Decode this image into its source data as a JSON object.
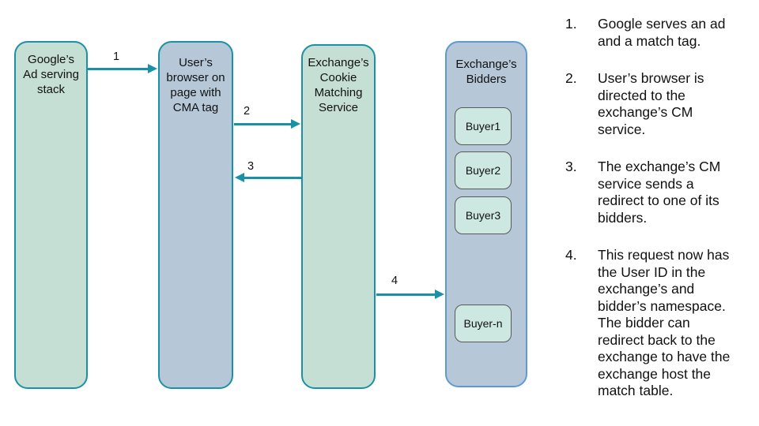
{
  "colors": {
    "background": "#ffffff",
    "green_fill": "#c6dfd5",
    "blue_fill": "#b6c8d8",
    "teal_border": "#1a91a6",
    "blue_border": "#5b9bd5",
    "buyer_fill": "#cde8e1",
    "buyer_border": "#595959",
    "arrow": "#1a91a6",
    "text": "#111111"
  },
  "nodes": {
    "google": {
      "label": "Google’s\nAd serving\nstack"
    },
    "browser": {
      "label": "User’s\nbrowser on\npage with\nCMA tag"
    },
    "cms": {
      "label": "Exchange’s\nCookie\nMatching\nService"
    },
    "bidders": {
      "label": "Exchange’s\nBidders",
      "buyers": [
        "Buyer1",
        "Buyer2",
        "Buyer3",
        "Buyer-n"
      ]
    }
  },
  "arrows": [
    {
      "label": "1",
      "from": "google",
      "to": "browser",
      "direction": "right"
    },
    {
      "label": "2",
      "from": "browser",
      "to": "cms",
      "direction": "right"
    },
    {
      "label": "3",
      "from": "cms",
      "to": "browser",
      "direction": "left"
    },
    {
      "label": "4",
      "from": "cms",
      "to": "bidders",
      "direction": "right"
    }
  ],
  "steps": [
    {
      "num": "1.",
      "text": "Google serves an ad\nand a match tag."
    },
    {
      "num": "2.",
      "text": "User’s browser is\ndirected to the\nexchange’s CM\nservice."
    },
    {
      "num": "3.",
      "text": "The exchange’s CM\nservice sends a\nredirect to one of its\nbidders."
    },
    {
      "num": "4.",
      "text": "This request now has\nthe User ID in the\nexchange’s and\nbidder’s namespace.\nThe bidder can\nredirect back to the\nexchange to have the\nexchange host the\nmatch table."
    }
  ]
}
